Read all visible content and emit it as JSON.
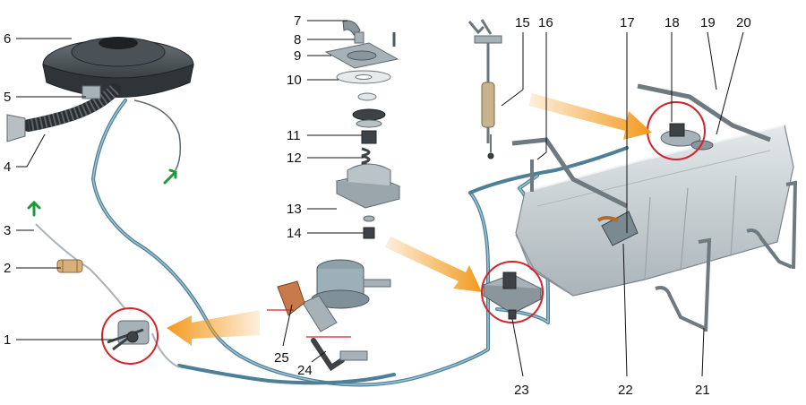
{
  "labels": [
    "1",
    "2",
    "3",
    "4",
    "5",
    "6",
    "7",
    "8",
    "9",
    "10",
    "11",
    "12",
    "13",
    "14",
    "15",
    "16",
    "17",
    "18",
    "19",
    "20",
    "21",
    "22",
    "23",
    "24",
    "25"
  ],
  "colors": {
    "pipe": "#4f7f96",
    "highlight_circle": "#d4232b",
    "flow_arrow": "#f39a1e",
    "direction_arrow": "#1f9a3a"
  }
}
